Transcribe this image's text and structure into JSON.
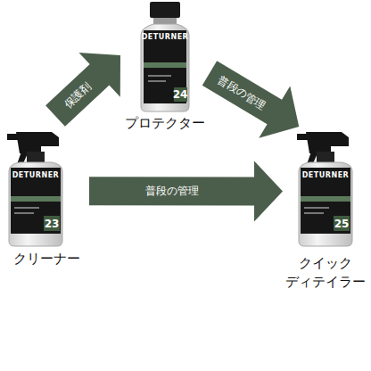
{
  "diagram": {
    "nodes": [
      {
        "text": [
          "プロテクター"
        ]
      },
      {
        "text": [
          "クリーナー"
        ]
      },
      {
        "text": [
          "クイック ディテイラー"
        ]
      }
    ],
    "edges": [
      {
        "from": 1,
        "to": 0,
        "label": "保護剤",
        "arrow": "to"
      },
      {
        "from": 0,
        "to": 2,
        "label": "普段の管理",
        "arrow": "to"
      },
      {
        "from": 1,
        "to": 2,
        "label": "普段の管理",
        "arrow": "to"
      }
    ],
    "labels": [
      "DETURNER",
      "24",
      "DETURNER",
      "23",
      "DETURNER",
      "25"
    ]
  }
}
